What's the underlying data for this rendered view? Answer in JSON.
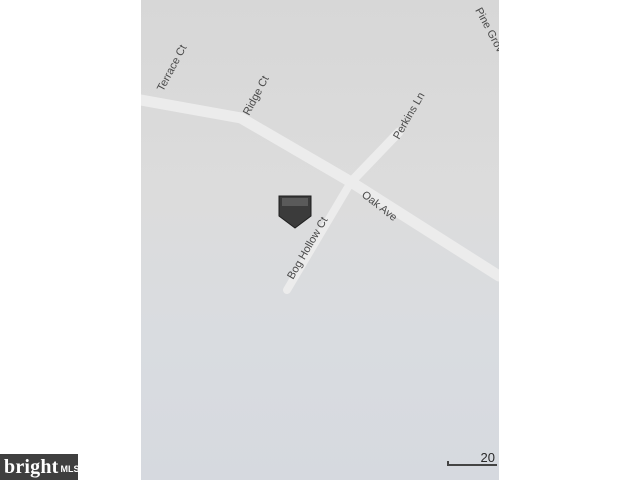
{
  "map": {
    "streets": [
      {
        "name": "Terrace Ct"
      },
      {
        "name": "Ridge Ct"
      },
      {
        "name": "Pine Grov"
      },
      {
        "name": "Perkins Ln"
      },
      {
        "name": "Oak Ave"
      },
      {
        "name": "Bog Hollow Ct"
      }
    ],
    "marker_icon": "location-pin-icon",
    "scale_label": "20"
  },
  "watermark": {
    "name": "bright",
    "tag": "MLS"
  }
}
